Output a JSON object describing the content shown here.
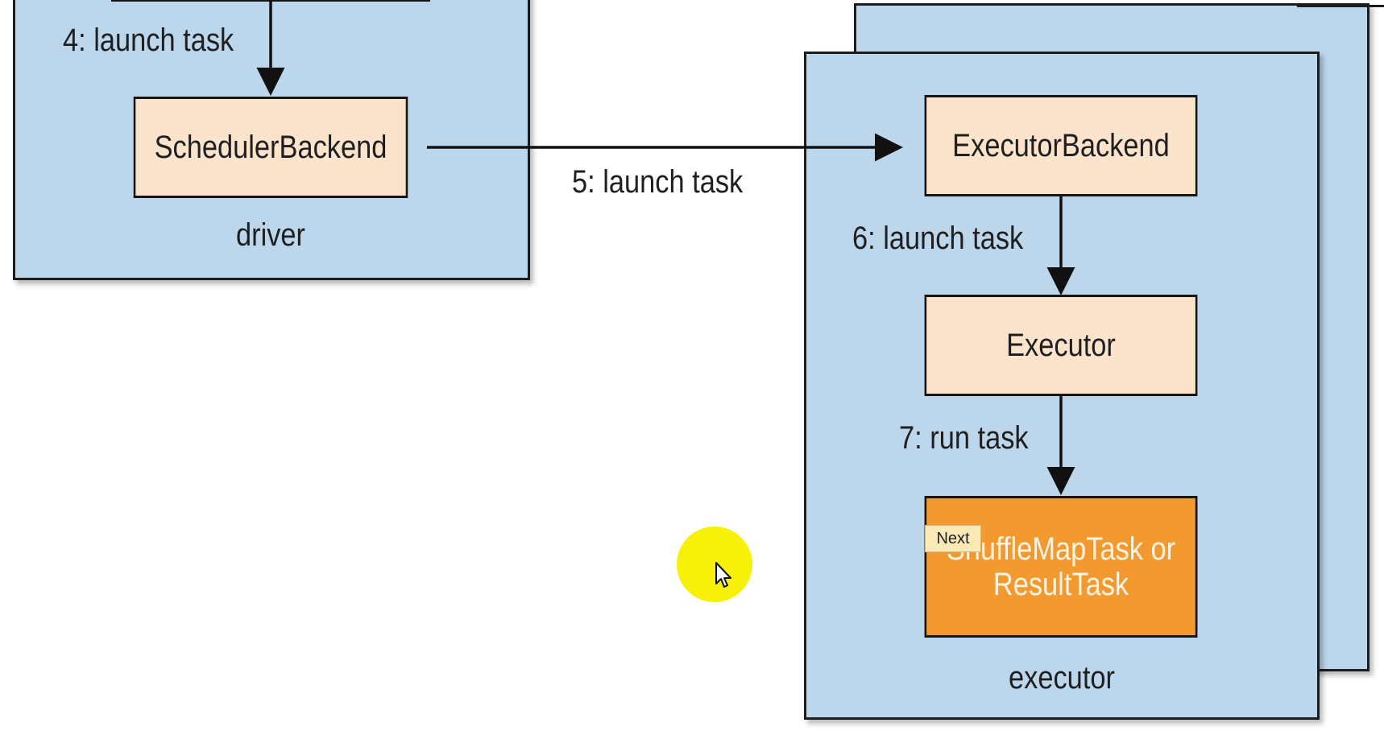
{
  "diagram": {
    "driver_label": "driver",
    "executor_label": "executor",
    "boxes": {
      "scheduler_backend": "SchedulerBackend",
      "executor_backend": "ExecutorBackend",
      "executor": "Executor",
      "task_line1": "ShuffleMapTask or",
      "task_line2": "ResultTask"
    },
    "arrows": {
      "step4": "4: launch task",
      "step5": "5: launch task",
      "step6": "6: launch task",
      "step7": "7: run task"
    }
  },
  "tooltip": {
    "label": "Next"
  },
  "colors": {
    "panel": "#bcd6ec",
    "box": "#fbe3cc",
    "task_box": "#f29a30",
    "cursor_highlight": "#f7f10a"
  }
}
